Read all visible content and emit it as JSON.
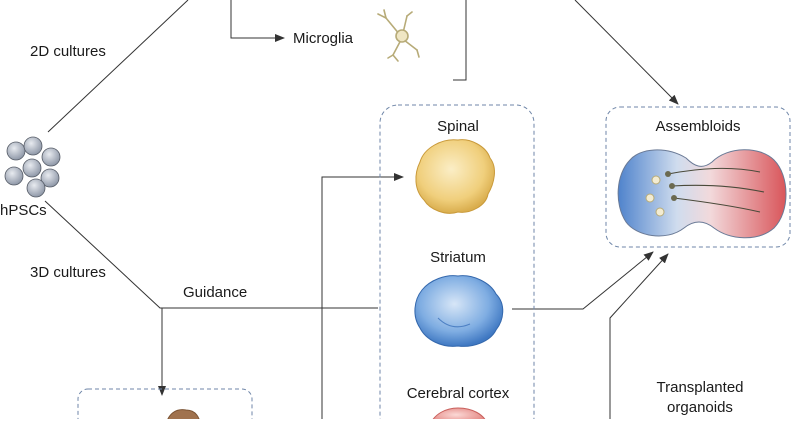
{
  "labels": {
    "microglia": "Microglia",
    "cultures_2d": "2D cultures",
    "hpscs": "hPSCs",
    "cultures_3d": "3D cultures",
    "guidance": "Guidance",
    "spinal": "Spinal",
    "striatum": "Striatum",
    "cerebral_cortex": "Cerebral cortex",
    "assembloids": "Assembloids",
    "transplanted_line1": "Transplanted",
    "transplanted_line2": "organoids"
  },
  "colors": {
    "line": "#333333",
    "dashed_box": "#6f86a8",
    "spinal": "#f0cf7c",
    "striatum": "#6fa1dc",
    "cortex": "#e88a86",
    "cell": "#8f98a8",
    "brown_organoid": "#a0724e"
  },
  "icons": {
    "microglia": "microglia-cell-icon",
    "hpscs": "stem-cell-cluster-icon"
  }
}
